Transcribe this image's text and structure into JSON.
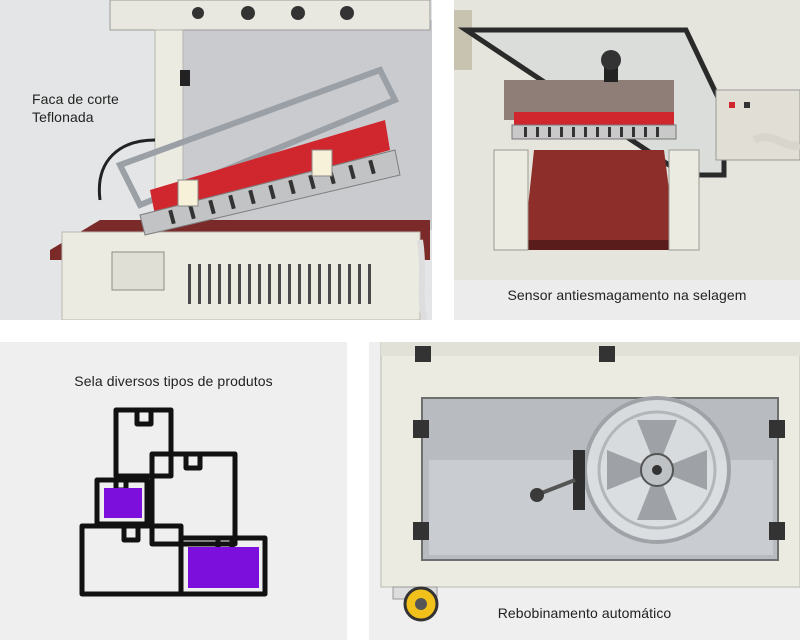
{
  "captions": {
    "cutting_blade": "Faca de corte\nTeflonada",
    "anti_crush_sensor": "Sensor antiesmagamento na selagem",
    "seals_products": "Sela diversos tipos de produtos",
    "auto_rewind": "Rebobinamento automático"
  },
  "colors": {
    "accent_purple": "#7c0fdc",
    "belt_red": "#d0272f",
    "machine_cream": "#ecebe2",
    "icon_outline": "#111111"
  },
  "icons": {
    "panel3": "boxes-icon"
  }
}
